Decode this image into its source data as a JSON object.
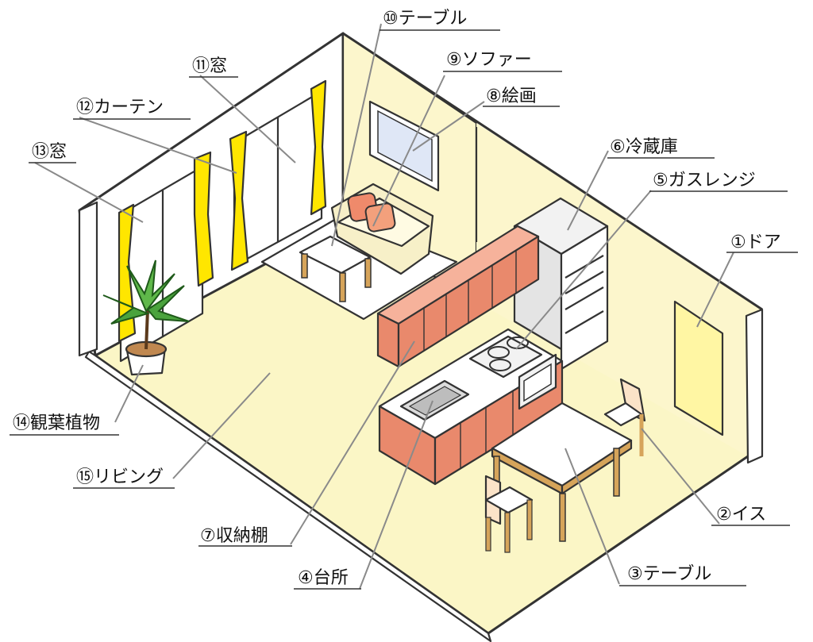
{
  "labels": {
    "door": "①ドア",
    "chair": "②イス",
    "table_dining": "③テーブル",
    "kitchen": "④台所",
    "gas_range": "⑤ガスレンジ",
    "refrigerator": "⑥冷蔵庫",
    "storage_shelf": "⑦収納棚",
    "painting": "⑧絵画",
    "sofa": "⑨ソファー",
    "table_living": "⑩テーブル",
    "window_back": "⑪窓",
    "curtain": "⑫カーテン",
    "window_left": "⑬窓",
    "plant": "⑭観葉植物",
    "living": "⑮リビング"
  },
  "colors": {
    "floor": "#fbf6c6",
    "wall": "#ffffff",
    "wall_far": "#fcf6cc",
    "cabinet": "#e9896c",
    "curtain": "#ffe600",
    "wood": "#d6a45a",
    "plant": "#4aa33d",
    "outline": "#333333",
    "leader": "#8a8a8a"
  }
}
